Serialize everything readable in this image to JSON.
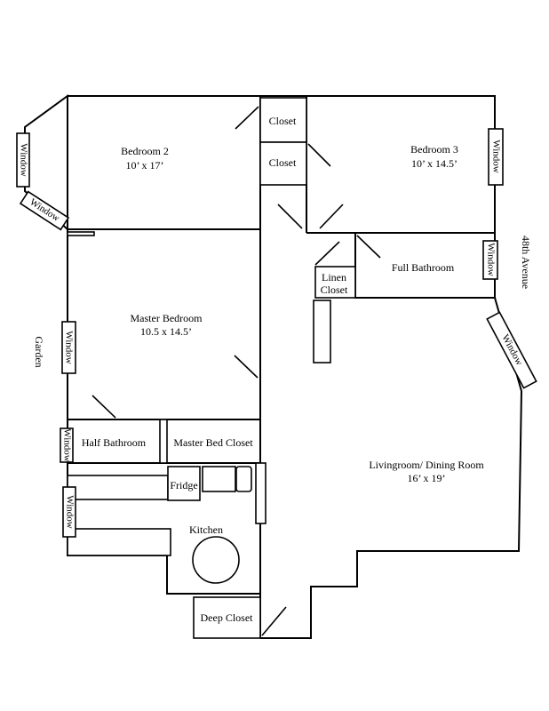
{
  "rooms": {
    "bedroom2": {
      "name": "Bedroom 2",
      "size": "10’ x 17’"
    },
    "bedroom3": {
      "name": "Bedroom 3",
      "size": "10’ x 14.5’"
    },
    "master_bedroom": {
      "name": "Master Bedroom",
      "size": "10.5 x 14.5’"
    },
    "living_dining": {
      "name": "Livingroom/ Dining Room",
      "size": "16’ x 19’"
    },
    "full_bathroom": "Full Bathroom",
    "half_bathroom": "Half Bathroom",
    "master_bed_closet": "Master Bed Closet",
    "kitchen": "Kitchen",
    "deep_closet": "Deep Closet",
    "closet_top": "Closet",
    "closet_bottom": "Closet",
    "linen_closet": [
      "Linen",
      "Closet"
    ]
  },
  "fixtures": {
    "fridge": "Fridge"
  },
  "windows": [
    "Window",
    "Window",
    "Window",
    "Window",
    "Window",
    "Window",
    "Window"
  ],
  "exterior": {
    "garden": "Garden",
    "street": "48th Avenue"
  }
}
